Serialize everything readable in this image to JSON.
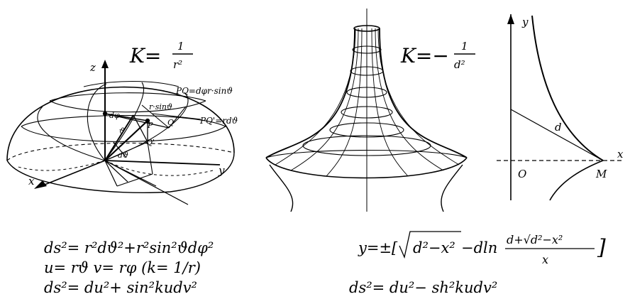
{
  "sphere": {
    "curvature": {
      "k": "K=",
      "num": "1",
      "den": "r²"
    },
    "axis_labels": {
      "z": "z",
      "y": "y",
      "x": "x"
    },
    "point_labels": {
      "P": "P",
      "Q": "Q",
      "Q_prime": "Q'"
    },
    "angle_labels": {
      "dphi": "dφ",
      "theta": "ϑ",
      "dtheta": "dϑ",
      "rsin": "r·sinϑ"
    },
    "annotations": {
      "pq": "PQ=dφr·sinϑ",
      "pq_prime": "PQ'=rdϑ"
    }
  },
  "pseudosphere": {
    "curvature": {
      "k": "K=−",
      "num": "1",
      "den": "d²"
    }
  },
  "tractrix": {
    "axis_labels": {
      "y": "y",
      "x": "x"
    },
    "point_labels": {
      "O": "O",
      "M": "M",
      "d": "d"
    }
  },
  "formulas": {
    "sphere_metric": "ds²= r²dϑ²+r²sin²ϑdφ²",
    "substitution": "u= rϑ    v= rφ  (k= 1/r)",
    "sphere_metric_uv": "ds²= du²+ sin²kudv²",
    "tractrix_lhs": "y=±[",
    "tractrix_sqrt": "d²−x²",
    "tractrix_mid": "−dln",
    "tractrix_frac_num": "d+√d²−x²",
    "tractrix_frac_den": "x",
    "tractrix_close": "]",
    "pseudo_metric_uv": "ds²= du²− sh²kudv²"
  }
}
